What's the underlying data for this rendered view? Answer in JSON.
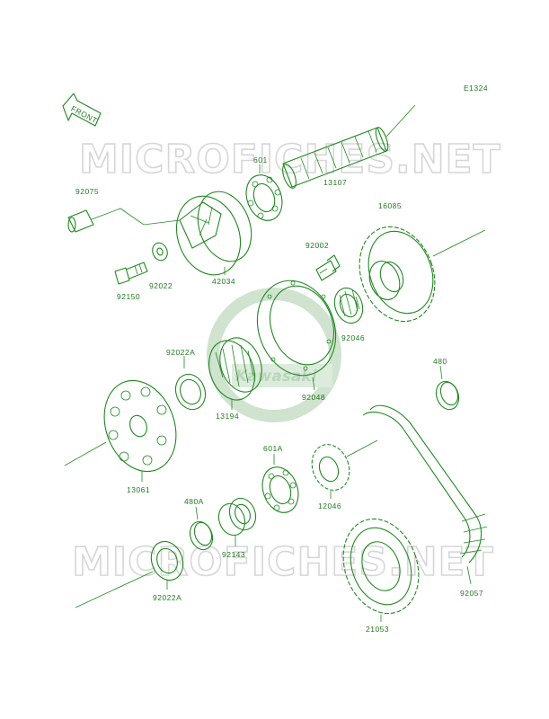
{
  "diagram_id": "E1324",
  "front_label": "FRONT",
  "watermark": "MICROFICHES.NET",
  "badge_text": "Kawasaki",
  "colors": {
    "line": "#1f8a1f",
    "label": "#1f7a1f",
    "watermark": "#d6d6d6"
  },
  "parts": [
    {
      "id": "p601",
      "number": "601"
    },
    {
      "id": "p13107",
      "number": "13107"
    },
    {
      "id": "p92075",
      "number": "92075"
    },
    {
      "id": "p16085",
      "number": "16085"
    },
    {
      "id": "p92002",
      "number": "92002"
    },
    {
      "id": "p42034",
      "number": "42034"
    },
    {
      "id": "p92150",
      "number": "92150"
    },
    {
      "id": "p92022",
      "number": "92022"
    },
    {
      "id": "p92046",
      "number": "92046"
    },
    {
      "id": "p92022A_1",
      "number": "92022A"
    },
    {
      "id": "p480",
      "number": "480"
    },
    {
      "id": "p92048",
      "number": "92048"
    },
    {
      "id": "p13194",
      "number": "13194"
    },
    {
      "id": "p601A",
      "number": "601A"
    },
    {
      "id": "p13061",
      "number": "13061"
    },
    {
      "id": "p12046",
      "number": "12046"
    },
    {
      "id": "p480A",
      "number": "480A"
    },
    {
      "id": "p92143",
      "number": "92143"
    },
    {
      "id": "p92057",
      "number": "92057"
    },
    {
      "id": "p92022A_2",
      "number": "92022A"
    },
    {
      "id": "p21053",
      "number": "21053"
    }
  ]
}
